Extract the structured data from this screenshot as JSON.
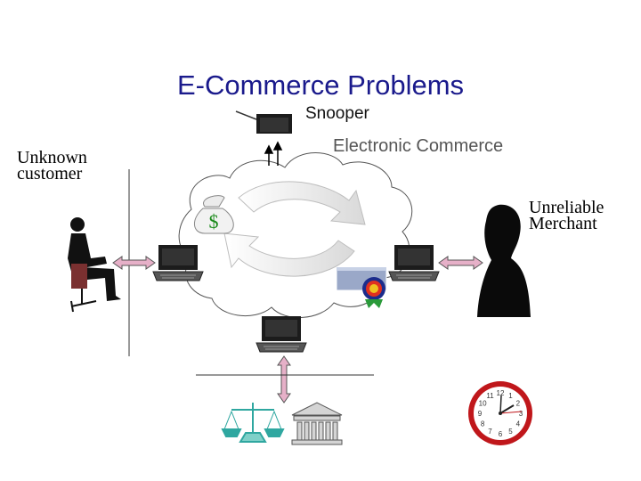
{
  "title": "E-Commerce Problems",
  "labels": {
    "snooper": "Snooper",
    "electronic_commerce": "Electronic Commerce",
    "unknown_customer_line1": "Unknown",
    "unknown_customer_line2": "customer",
    "unreliable_merchant_line1": "Unreliable",
    "unreliable_merchant_line2": "Merchant"
  },
  "icons": {
    "money_bag": "money-bag-icon",
    "target": "target-icon",
    "scales": "scales-of-justice-icon",
    "bank": "bank-building-icon",
    "clock": "clock-icon"
  },
  "clock_numerals": [
    "12",
    "1",
    "2",
    "3",
    "4",
    "5",
    "6",
    "7",
    "8",
    "9",
    "10",
    "11"
  ],
  "money_symbol": "$",
  "colors": {
    "title": "#1a1a8c",
    "arrow_pink": "#e6b0c8",
    "clock_red": "#c0171b",
    "money_green": "#1a8a1a",
    "scales_teal": "#2fa7a0"
  }
}
